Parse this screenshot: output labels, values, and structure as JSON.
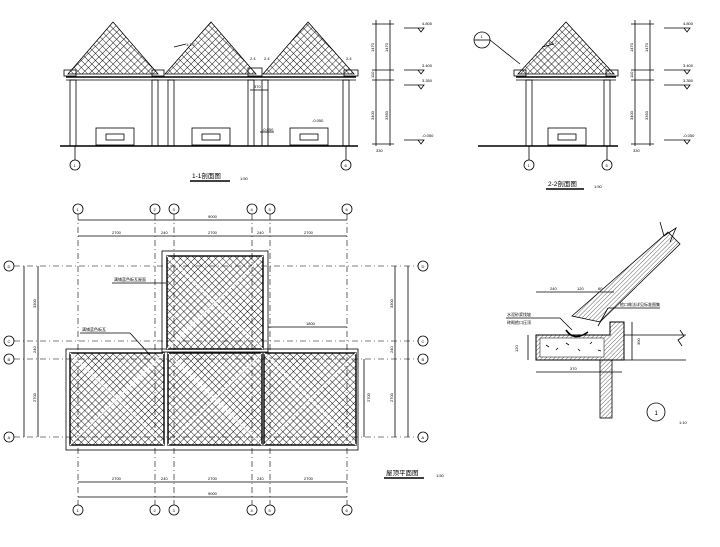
{
  "section_1": {
    "title": "1-1剖面图",
    "scale": "1:50",
    "axis_left": "1",
    "axis_right": "6",
    "elev": [
      "4.800",
      "3.400",
      "3.350",
      "-0.050"
    ],
    "dims_right": [
      "1470",
      "3350",
      "3400",
      "110",
      "330"
    ],
    "dim_ridge": [
      "1:1.7"
    ],
    "dim_small": [
      "2.4",
      "370",
      "2.4",
      "200"
    ]
  },
  "section_2": {
    "title": "2-2剖面图",
    "scale": "1:50",
    "axis_left": "1",
    "axis_right": "5",
    "elev": [
      "4.800",
      "3.400",
      "3.350",
      "-0.050"
    ],
    "dims_right": [
      "1470",
      "3350",
      "3400",
      "110"
    ]
  },
  "plan": {
    "title": "屋顶平面图",
    "scale": "1:50",
    "axes_top": [
      "1",
      "2",
      "3",
      "4",
      "5",
      "6"
    ],
    "axes_bottom": [
      "1",
      "2",
      "3",
      "4",
      "5",
      "6"
    ],
    "axes_side": [
      "D",
      "C",
      "B",
      "A"
    ],
    "dims_top_total": "9000",
    "dims_top": [
      "2700",
      "240",
      "2700",
      "240",
      "2700"
    ],
    "dims_bottom_total": "9000",
    "dims_bottom": [
      "2700",
      "240",
      "2700",
      "240",
      "2700"
    ],
    "dims_left": [
      "3300",
      "240",
      "2700"
    ],
    "dims_right": [
      "3300",
      "240",
      "2700"
    ],
    "note_upper": "满铺蓝色板瓦屋面",
    "note_lower": "满铺蓝色板瓦",
    "dim_inner": [
      "1800",
      "2700"
    ]
  },
  "detail": {
    "ref_number": "1",
    "scale": "1:10",
    "note_left_1": "水泥砂浆找坡",
    "note_left_2": "砖砌檐口压顶",
    "note_right": "檐口做法详见标准图集",
    "dims": [
      "240",
      "120",
      "60",
      "300",
      "370"
    ]
  }
}
